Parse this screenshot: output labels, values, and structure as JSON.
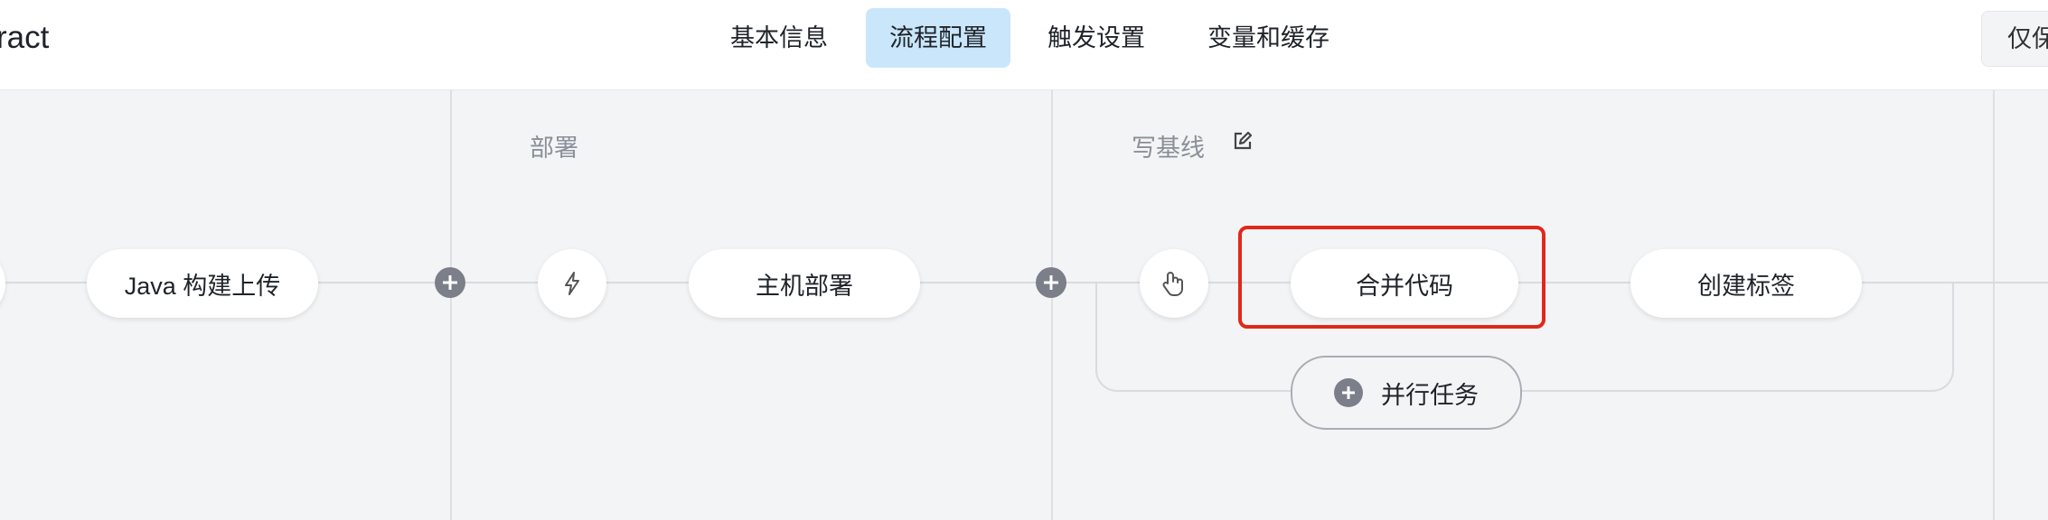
{
  "header": {
    "app_title": "ract",
    "tabs": [
      {
        "label": "基本信息",
        "active": false
      },
      {
        "label": "流程配置",
        "active": true
      },
      {
        "label": "触发设置",
        "active": false
      },
      {
        "label": "变量和缓存",
        "active": false
      }
    ],
    "right_button": "仅保"
  },
  "stages": {
    "deploy_label": "部署",
    "baseline_label": "写基线"
  },
  "nodes": {
    "java_build": "Java 构建上传",
    "host_deploy": "主机部署",
    "merge_code": "合并代码",
    "create_tag": "创建标签",
    "parallel_task": "并行任务"
  },
  "icons": {
    "edit": "edit-icon",
    "auto_trigger": "lightning-icon",
    "manual_trigger": "hand-pointer-icon",
    "add": "plus-circle-icon"
  },
  "colors": {
    "active_tab": "#c9e6fb",
    "highlight": "#e0281b",
    "plus": "#7a7f89"
  }
}
